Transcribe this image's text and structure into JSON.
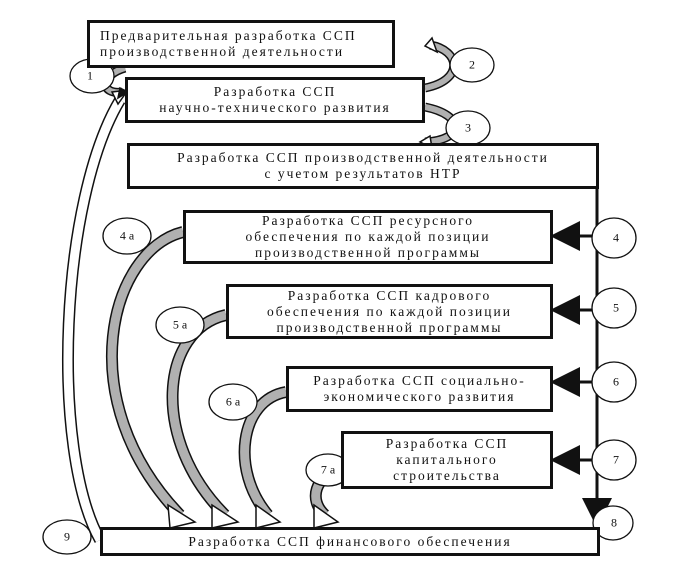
{
  "boxes": {
    "b1": [
      "Предварительная разработка ССП",
      "производственной деятельности"
    ],
    "b2": [
      "Разработка ССП",
      "научно-технического развития"
    ],
    "b3": [
      "Разработка ССП производственной деятельности",
      "с учетом результатов НТР"
    ],
    "b4": [
      "Разработка ССП ресурсного",
      "обеспечения по каждой позиции",
      "производственной программы"
    ],
    "b5": [
      "Разработка ССП кадрового",
      "обеспечения по каждой позиции",
      "производственной программы"
    ],
    "b6": [
      "Разработка ССП социально-",
      "экономического развития"
    ],
    "b7": [
      "Разработка ССП",
      "капитального",
      "строительства"
    ],
    "b8": [
      "Разработка ССП финансового обеспечения"
    ]
  },
  "labels": {
    "l1": "1",
    "l2": "2",
    "l3": "3",
    "l4": "4",
    "l5": "5",
    "l6": "6",
    "l7": "7",
    "l8": "8",
    "l9": "9",
    "l4a": "4 а",
    "l5a": "5 а",
    "l6a": "6 а",
    "l7a": "7 а"
  },
  "colors": {
    "line": "#111111",
    "arrow_fill": "#b0b0b0"
  }
}
